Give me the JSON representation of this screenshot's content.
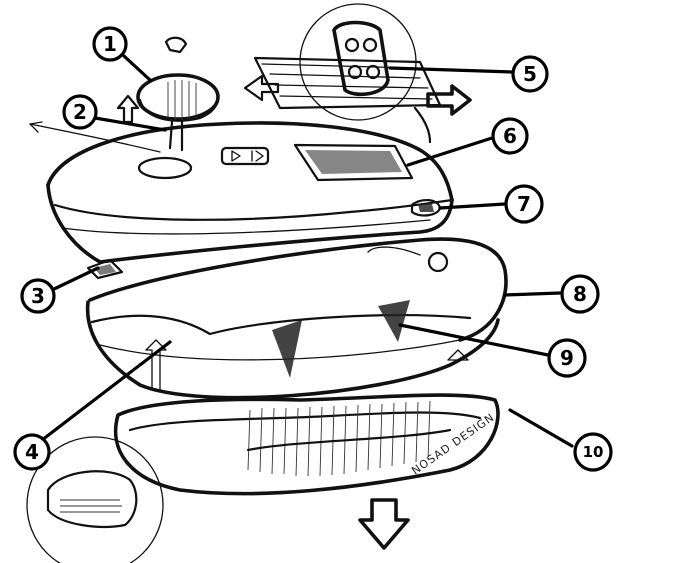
{
  "callouts": [
    {
      "id": "1",
      "label": "1"
    },
    {
      "id": "2",
      "label": "2"
    },
    {
      "id": "3",
      "label": "3"
    },
    {
      "id": "4",
      "label": "4"
    },
    {
      "id": "5",
      "label": "5"
    },
    {
      "id": "6",
      "label": "6"
    },
    {
      "id": "7",
      "label": "7"
    },
    {
      "id": "8",
      "label": "8"
    },
    {
      "id": "9",
      "label": "9"
    },
    {
      "id": "10",
      "label": "10"
    }
  ],
  "signature": "NOSAD DESIGN"
}
